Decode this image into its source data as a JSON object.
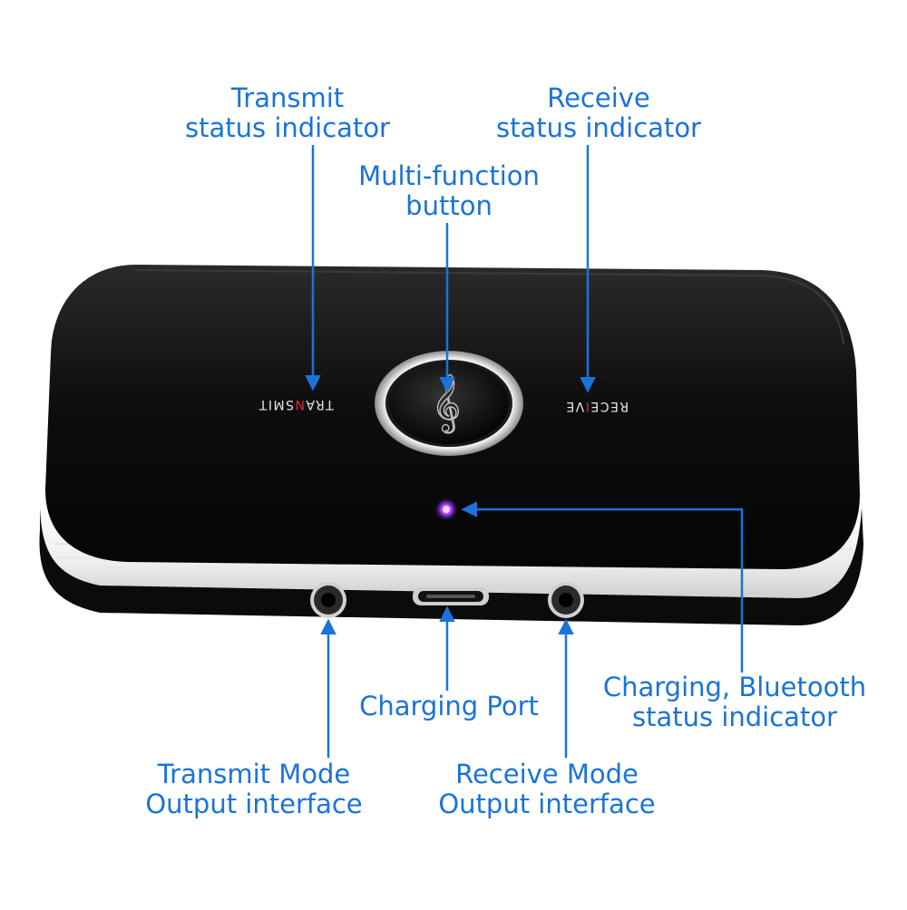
{
  "device": {
    "transmit_text": "TRANSMIT",
    "receive_text": "RECEIVE",
    "led_color": "#8a3bff",
    "accent_letter_color": "#e0262b",
    "body_color": "#111111",
    "band_color": "#f2f2f2",
    "callout_color": "#1a73d9"
  },
  "callouts": {
    "transmit_status": {
      "line1": "Transmit",
      "line2": "status indicator"
    },
    "receive_status": {
      "line1": "Receive",
      "line2": "status indicator"
    },
    "multifunction_button": {
      "line1": "Multi-function",
      "line2": "button"
    },
    "charging_bluetooth": {
      "line1": "Charging, Bluetooth",
      "line2": "status indicator"
    },
    "charging_port": {
      "line1": "Charging Port"
    },
    "transmit_output": {
      "line1": "Transmit Mode",
      "line2": "Output interface"
    },
    "receive_output": {
      "line1": "Receive Mode",
      "line2": "Output interface"
    }
  }
}
